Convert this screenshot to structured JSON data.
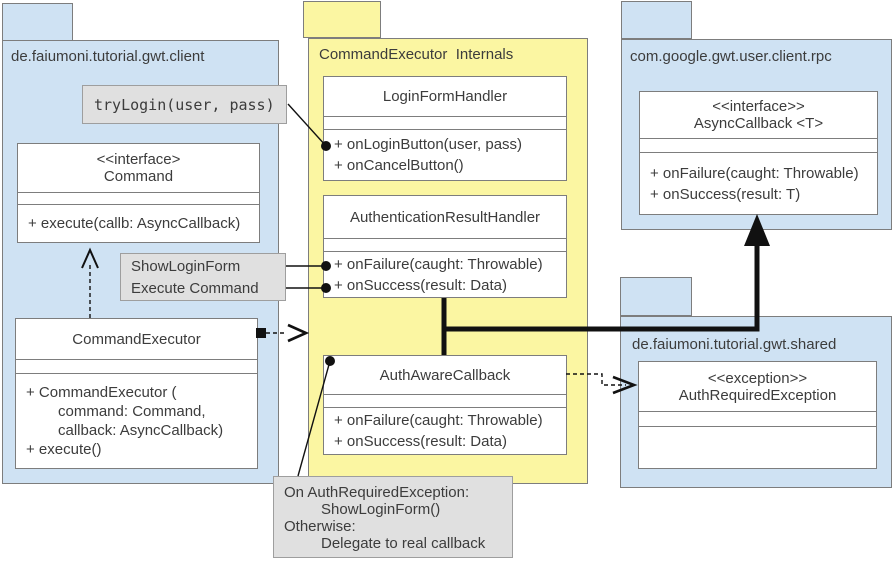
{
  "packages": {
    "client": {
      "label": "de.faiumoni.tutorial.gwt.client"
    },
    "internals": {
      "label": "CommandExecutor  Internals"
    },
    "rpc": {
      "label": "com.google.gwt.user.client.rpc"
    },
    "shared": {
      "label": "de.faiumoni.tutorial.gwt.shared"
    }
  },
  "classes": {
    "command": {
      "stereotype": "<<interface>",
      "name": "Command",
      "ops": [
        "+ execute(callb: AsyncCallback)"
      ]
    },
    "command_executor": {
      "name": "CommandExecutor",
      "ops": [
        "+ CommandExecutor (",
        "command: Command,",
        "callback: AsyncCallback)",
        "+ execute()"
      ]
    },
    "login_form_handler": {
      "name": "LoginFormHandler",
      "ops": [
        "+ onLoginButton(user, pass)",
        "+ onCancelButton()"
      ]
    },
    "authentication_result_handler": {
      "name": "AuthenticationResultHandler",
      "ops": [
        "+ onFailure(caught: Throwable)",
        "+ onSuccess(result: Data)"
      ]
    },
    "auth_aware_callback": {
      "name": "AuthAwareCallback",
      "ops": [
        "+ onFailure(caught: Throwable)",
        "+ onSuccess(result: Data)"
      ]
    },
    "async_callback": {
      "stereotype": "<<interface>>",
      "name": "AsyncCallback <T>",
      "ops": [
        "+ onFailure(caught: Throwable)",
        "+ onSuccess(result: T)"
      ]
    },
    "auth_required_exception": {
      "stereotype": "<<exception>>",
      "name": "AuthRequiredException",
      "ops": []
    }
  },
  "notes": {
    "try_login": {
      "text": "tryLogin(user, pass)"
    },
    "show_login": {
      "lines": [
        "ShowLoginForm",
        "Execute Command"
      ]
    },
    "auth_behavior": {
      "lines": [
        "On AuthRequiredException:",
        "ShowLoginForm()",
        "Otherwise:",
        "Delegate to real callback"
      ]
    }
  },
  "colors": {
    "package_blue": "#cfe2f3",
    "package_yellow": "#fbf6a2",
    "note_gray": "#e0e0e0",
    "border_gray": "#7d7d7d",
    "line_black": "#111111",
    "text_color": "#3c3c3c"
  }
}
